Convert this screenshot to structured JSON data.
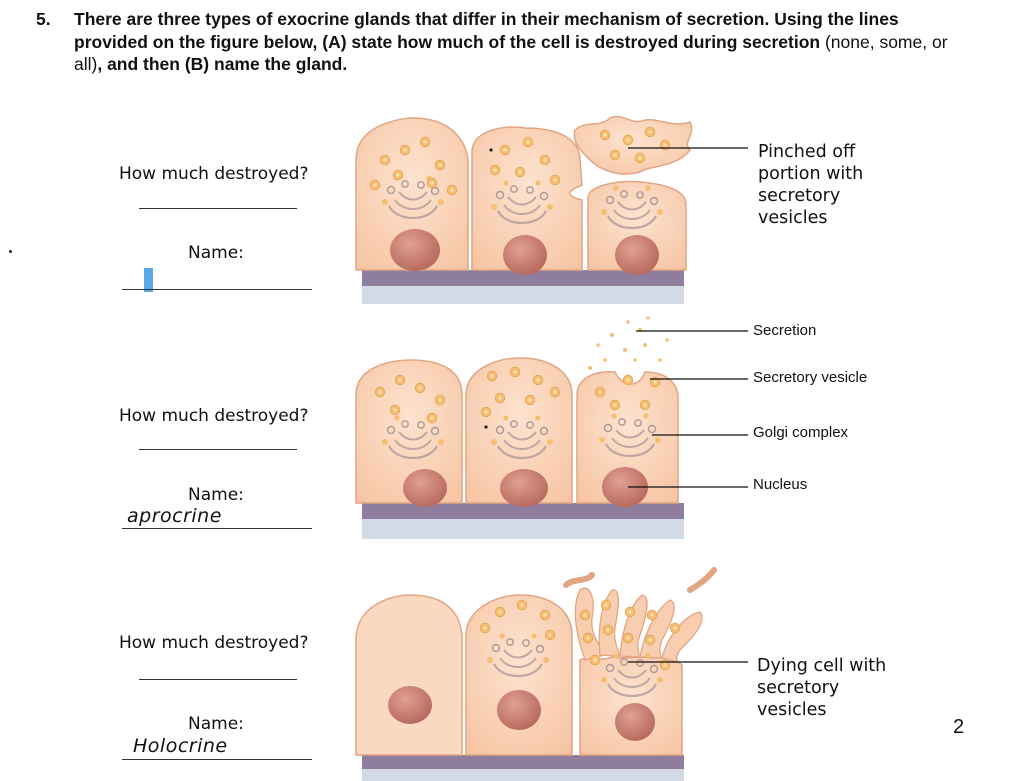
{
  "question": {
    "number": "5.",
    "part1": "There are three types of exocrine glands that differ in their mechanism of secretion. Using the lines provided on the figure below, (A) state how much of the cell is destroyed during secretion",
    "part2": " (none, some, or all)",
    "part3": ", and then (B) name the gland."
  },
  "panels": [
    {
      "how_much_label": "How much destroyed?",
      "name_label": "Name:",
      "name_answer": "",
      "callouts": [
        "Pinched off\nportion with\nsecretory\nvesicles"
      ]
    },
    {
      "how_much_label": "How much destroyed?",
      "name_label": "Name:",
      "name_answer": "aprocrine",
      "callouts": [
        "Secretion",
        "Secretory vesicle",
        "Golgi complex",
        "Nucleus"
      ]
    },
    {
      "how_much_label": "How much destroyed?",
      "name_label": "Name:",
      "name_answer": "Holocrine",
      "callouts": [
        "Dying cell with\nsecretory\nvesicles"
      ]
    }
  ],
  "page_number": "2",
  "colors": {
    "cell_fill": "#f9cdb0",
    "cell_stroke": "#e2a582",
    "nucleus": "#c47a6c",
    "vesicle": "#f2b768",
    "basement_membrane": "#8f7d9e",
    "basement_light": "#d2dae6",
    "cursor": "#5aa9e6"
  }
}
